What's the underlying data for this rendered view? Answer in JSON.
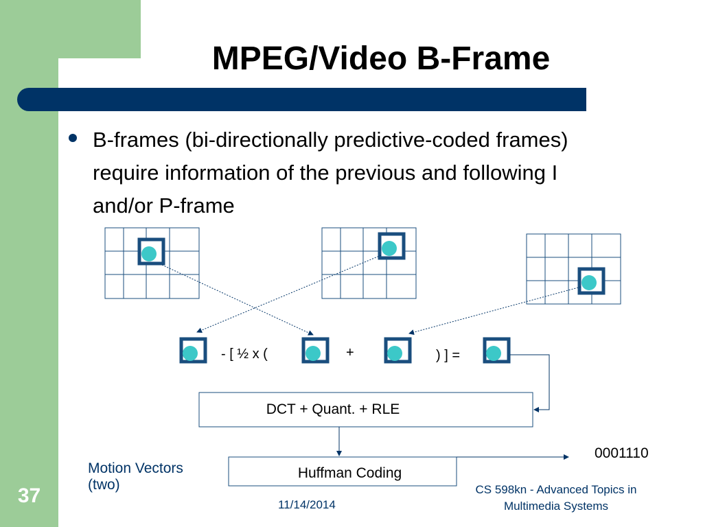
{
  "slide": {
    "title": "MPEG/Video B-Frame",
    "number": "37",
    "bullet": "B-frames (bi-directionally predictive-coded frames) require information of the previous and following I and/or P-frame"
  },
  "diagram": {
    "formula": {
      "minus_part": "-  [ ½ x (",
      "plus": "+",
      "end_part": ") ] ="
    },
    "dct_box": "DCT + Quant. + RLE",
    "huffman_box": "Huffman Coding",
    "bitstream": "0001110",
    "motion_vectors": "Motion Vectors (two)"
  },
  "footer": {
    "date": "11/14/2014",
    "course": "CS 598kn - Advanced Topics in Multimedia Systems"
  },
  "colors": {
    "green_band": "#9ccc98",
    "navy": "#003366",
    "block_border": "#1a4e7e",
    "circle_fill": "#3cc8c8"
  }
}
